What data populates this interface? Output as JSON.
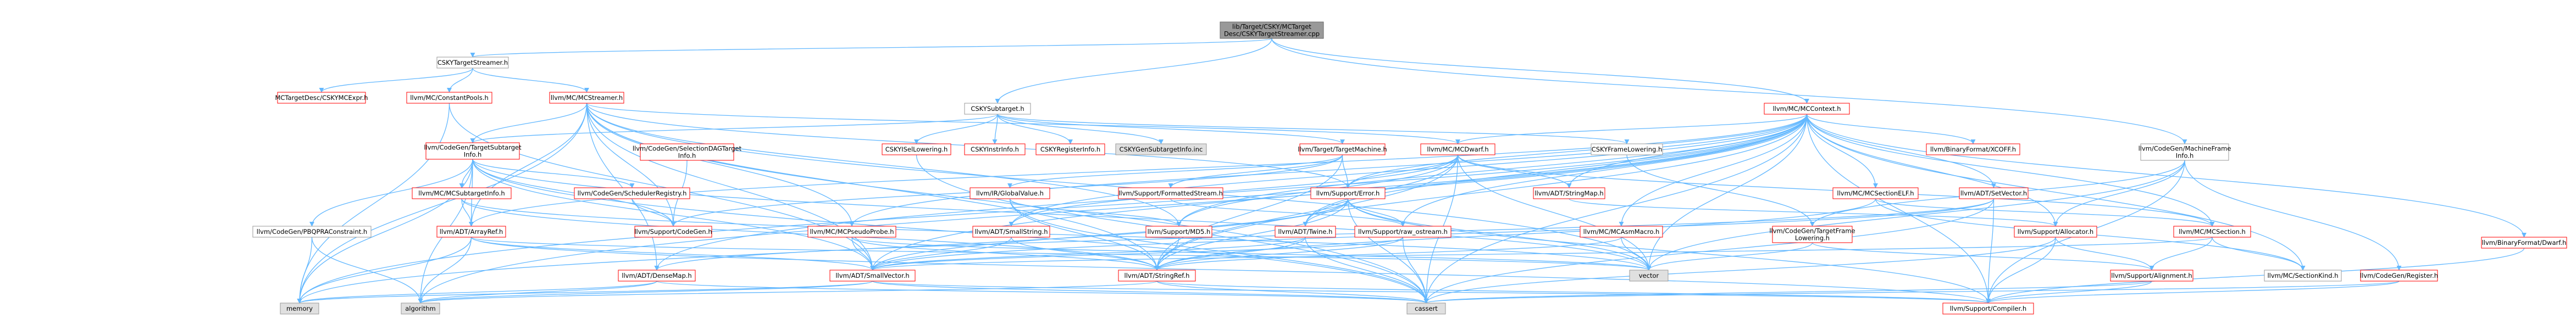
{
  "diagram": {
    "type": "include-dependency-graph",
    "colors": {
      "root_fill": "#999999",
      "root_border": "#666666",
      "node_fill": "#ffffff",
      "linked_border": "#ff0000",
      "unlinked_border": "#999999",
      "system_fill": "#e0e0e0",
      "text_linked": "#000000",
      "text_unlinked": "#000000",
      "edge": "#63b8ff"
    },
    "nodes": [
      {
        "id": "root",
        "lines": [
          "lib/Target/CSKY/MCTarget",
          "Desc/CSKYTargetStreamer.cpp"
        ],
        "kind": "root"
      },
      {
        "id": "tsh",
        "lines": [
          "CSKYTargetStreamer.h"
        ],
        "kind": "plain"
      },
      {
        "id": "csub",
        "lines": [
          "CSKYSubtarget.h"
        ],
        "kind": "plain"
      },
      {
        "id": "mcctx",
        "lines": [
          "llvm/MC/MCContext.h"
        ],
        "kind": "linked"
      },
      {
        "id": "mcexpr",
        "lines": [
          "MCTargetDesc/CSKYMCExpr.h"
        ],
        "kind": "linked"
      },
      {
        "id": "cpools",
        "lines": [
          "llvm/MC/ConstantPools.h"
        ],
        "kind": "linked"
      },
      {
        "id": "mcstr",
        "lines": [
          "llvm/MC/MCStreamer.h"
        ],
        "kind": "linked"
      },
      {
        "id": "mfi",
        "lines": [
          "llvm/CodeGen/MachineFrame",
          "Info.h"
        ],
        "kind": "plain"
      },
      {
        "id": "cgtsi",
        "lines": [
          "llvm/CodeGen/TargetSubtarget",
          "Info.h"
        ],
        "kind": "linked"
      },
      {
        "id": "seldag",
        "lines": [
          "llvm/CodeGen/SelectionDAGTarget",
          "Info.h"
        ],
        "kind": "linked"
      },
      {
        "id": "cisel",
        "lines": [
          "CSKYISelLowering.h"
        ],
        "kind": "linked"
      },
      {
        "id": "cinstr",
        "lines": [
          "CSKYInstrInfo.h"
        ],
        "kind": "linked"
      },
      {
        "id": "creg",
        "lines": [
          "CSKYRegisterInfo.h"
        ],
        "kind": "linked"
      },
      {
        "id": "cgensub",
        "lines": [
          "CSKYGenSubtargetInfo.inc"
        ],
        "kind": "system"
      },
      {
        "id": "ttm",
        "lines": [
          "llvm/Target/TargetMachine.h"
        ],
        "kind": "linked"
      },
      {
        "id": "dwarf",
        "lines": [
          "llvm/MC/MCDwarf.h"
        ],
        "kind": "linked"
      },
      {
        "id": "cframe",
        "lines": [
          "CSKYFrameLowering.h"
        ],
        "kind": "plain"
      },
      {
        "id": "xcoff",
        "lines": [
          "llvm/BinaryFormat/XCOFF.h"
        ],
        "kind": "linked"
      },
      {
        "id": "secelf",
        "lines": [
          "llvm/MC/MCSectionELF.h"
        ],
        "kind": "linked"
      },
      {
        "id": "setvec",
        "lines": [
          "llvm/ADT/SetVector.h"
        ],
        "kind": "linked"
      },
      {
        "id": "bfdwarf",
        "lines": [
          "llvm/BinaryFormat/Dwarf.h"
        ],
        "kind": "linked"
      },
      {
        "id": "mcsubinfo",
        "lines": [
          "llvm/MC/MCSubtargetInfo.h"
        ],
        "kind": "linked"
      },
      {
        "id": "schedreg",
        "lines": [
          "llvm/CodeGen/SchedulerRegistry.h"
        ],
        "kind": "linked"
      },
      {
        "id": "globval",
        "lines": [
          "llvm/IR/GlobalValue.h"
        ],
        "kind": "linked"
      },
      {
        "id": "fmtstream",
        "lines": [
          "llvm/Support/FormattedStream.h"
        ],
        "kind": "linked"
      },
      {
        "id": "superr",
        "lines": [
          "llvm/Support/Error.h"
        ],
        "kind": "linked"
      },
      {
        "id": "strmap",
        "lines": [
          "llvm/ADT/StringMap.h"
        ],
        "kind": "linked"
      },
      {
        "id": "pbqp",
        "lines": [
          "llvm/CodeGen/PBQPRAConstraint.h"
        ],
        "kind": "plain"
      },
      {
        "id": "arrref",
        "lines": [
          "llvm/ADT/ArrayRef.h"
        ],
        "kind": "linked"
      },
      {
        "id": "supcg",
        "lines": [
          "llvm/Support/CodeGen.h"
        ],
        "kind": "linked"
      },
      {
        "id": "pseudo",
        "lines": [
          "llvm/MC/MCPseudoProbe.h"
        ],
        "kind": "linked"
      },
      {
        "id": "smstr",
        "lines": [
          "llvm/ADT/SmallString.h"
        ],
        "kind": "linked"
      },
      {
        "id": "md5",
        "lines": [
          "llvm/Support/MD5.h"
        ],
        "kind": "linked"
      },
      {
        "id": "twine",
        "lines": [
          "llvm/ADT/Twine.h"
        ],
        "kind": "linked"
      },
      {
        "id": "rawos",
        "lines": [
          "llvm/Support/raw_ostream.h"
        ],
        "kind": "linked"
      },
      {
        "id": "asmmacro",
        "lines": [
          "llvm/MC/MCAsmMacro.h"
        ],
        "kind": "linked"
      },
      {
        "id": "tfl",
        "lines": [
          "llvm/CodeGen/TargetFrame",
          "Lowering.h"
        ],
        "kind": "linked"
      },
      {
        "id": "alloc",
        "lines": [
          "llvm/Support/Allocator.h"
        ],
        "kind": "linked"
      },
      {
        "id": "mcsec",
        "lines": [
          "llvm/MC/MCSection.h"
        ],
        "kind": "linked"
      },
      {
        "id": "cgreg",
        "lines": [
          "llvm/CodeGen/Register.h"
        ],
        "kind": "linked"
      },
      {
        "id": "densemap",
        "lines": [
          "llvm/ADT/DenseMap.h"
        ],
        "kind": "linked"
      },
      {
        "id": "smvec",
        "lines": [
          "llvm/ADT/SmallVector.h"
        ],
        "kind": "linked"
      },
      {
        "id": "strref",
        "lines": [
          "llvm/ADT/StringRef.h"
        ],
        "kind": "linked"
      },
      {
        "id": "vector",
        "lines": [
          "vector"
        ],
        "kind": "system"
      },
      {
        "id": "align",
        "lines": [
          "llvm/Support/Alignment.h"
        ],
        "kind": "linked"
      },
      {
        "id": "seckind",
        "lines": [
          "llvm/MC/SectionKind.h"
        ],
        "kind": "plain"
      },
      {
        "id": "memory",
        "lines": [
          "memory"
        ],
        "kind": "system"
      },
      {
        "id": "algorithm",
        "lines": [
          "algorithm"
        ],
        "kind": "system"
      },
      {
        "id": "cassert",
        "lines": [
          "cassert"
        ],
        "kind": "system"
      },
      {
        "id": "compiler",
        "lines": [
          "llvm/Support/Compiler.h"
        ],
        "kind": "linked"
      }
    ]
  }
}
